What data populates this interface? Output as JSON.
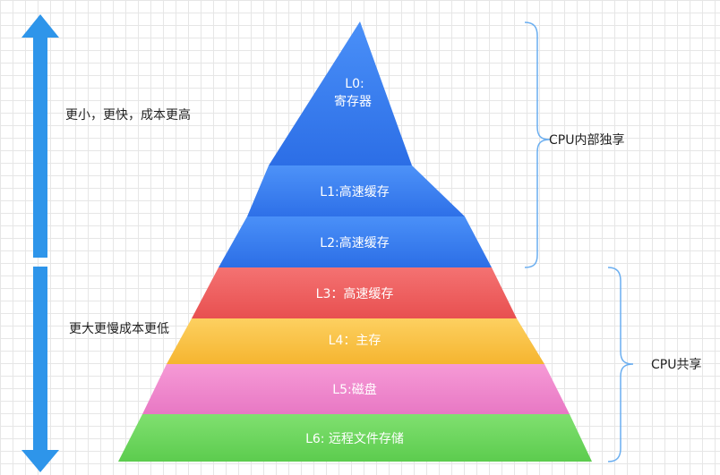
{
  "arrow_labels": {
    "top": "更小，更快，成本更高",
    "bottom": "更大更慢成本更低"
  },
  "pyramid": {
    "levels": [
      {
        "id": "l0",
        "label_line1": "L0:",
        "label_line2": "寄存器",
        "color": "#3a7df0"
      },
      {
        "id": "l1",
        "label": "L1:高速缓存",
        "color": "#3a7df0"
      },
      {
        "id": "l2",
        "label": "L2:高速缓存",
        "color": "#3a7df0"
      },
      {
        "id": "l3",
        "label": "L3：高速缓存",
        "color": "#ef6060"
      },
      {
        "id": "l4",
        "label": "L4：主存",
        "color": "#f8c048"
      },
      {
        "id": "l5",
        "label": "L5:磁盘",
        "color": "#f088cc"
      },
      {
        "id": "l6",
        "label": "L6: 远程文件存储",
        "color": "#6cd860"
      }
    ]
  },
  "brackets": {
    "cpu_private": "CPU内部独享",
    "cpu_shared": "CPU共享"
  },
  "colors": {
    "arrow": "#2e95ea",
    "bracket": "#6aaef0"
  }
}
